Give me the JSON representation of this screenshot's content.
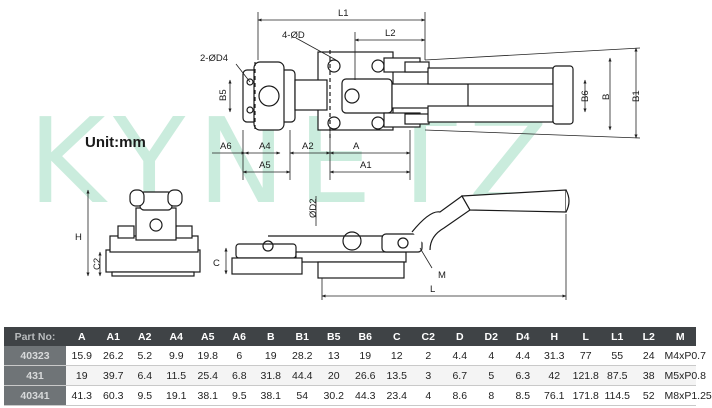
{
  "watermark": "KYNETZ",
  "unit_label": "Unit:mm",
  "dims": {
    "L1": "L1",
    "L2": "L2",
    "fourD": "4-ØD",
    "twoD4": "2-ØD4",
    "B5": "B5",
    "B6": "B6",
    "B": "B",
    "B1": "B1",
    "A6": "A6",
    "A4": "A4",
    "A2": "A2",
    "A": "A",
    "A5": "A5",
    "A1": "A1",
    "H": "H",
    "C2": "C2",
    "C": "C",
    "D2": "ØD2",
    "M": "M",
    "L": "L"
  },
  "table": {
    "headers": [
      "Part No:",
      "A",
      "A1",
      "A2",
      "A4",
      "A5",
      "A6",
      "B",
      "B1",
      "B5",
      "B6",
      "C",
      "C2",
      "D",
      "D2",
      "D4",
      "H",
      "L",
      "L1",
      "L2",
      "M"
    ],
    "rows": [
      [
        "40323",
        "15.9",
        "26.2",
        "5.2",
        "9.9",
        "19.8",
        "6",
        "19",
        "28.2",
        "13",
        "19",
        "12",
        "2",
        "4.4",
        "4",
        "4.4",
        "31.3",
        "77",
        "55",
        "24",
        "M4xP0.7"
      ],
      [
        "431",
        "19",
        "39.7",
        "6.4",
        "11.5",
        "25.4",
        "6.8",
        "31.8",
        "44.4",
        "20",
        "26.6",
        "13.5",
        "3",
        "6.7",
        "5",
        "6.3",
        "42",
        "121.8",
        "87.5",
        "38",
        "M5xP0.8"
      ],
      [
        "40341",
        "41.3",
        "60.3",
        "9.5",
        "19.1",
        "38.1",
        "9.5",
        "38.1",
        "54",
        "30.2",
        "44.3",
        "23.4",
        "4",
        "8.6",
        "8",
        "8.5",
        "76.1",
        "171.8",
        "114.5",
        "52",
        "M8xP1.25"
      ]
    ]
  }
}
